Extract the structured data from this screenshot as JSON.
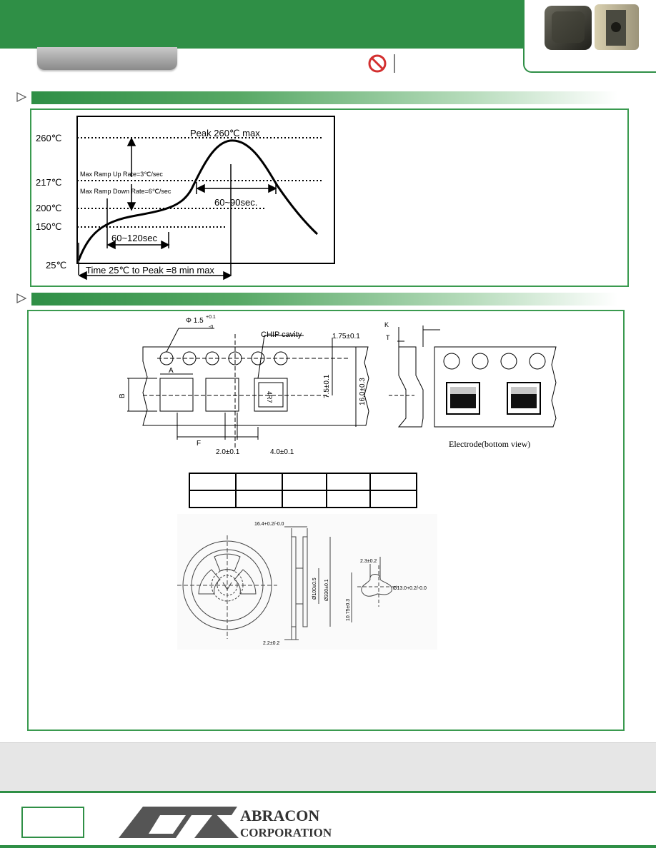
{
  "reflow_profile": {
    "temp_labels": [
      "260℃",
      "217℃",
      "200℃",
      "150℃",
      "25℃"
    ],
    "peak_label": "Peak 260℃ max",
    "ramp_up_label": "Max Ramp Up Rate=3℃/sec",
    "ramp_down_label": "Max Ramp Down Rate=6℃/sec",
    "above_liquidus_label": "60~90sec.",
    "preheat_label": "60~120sec",
    "time_label": "Time 25℃ to Peak =8 min max"
  },
  "tape": {
    "hole_diameter": "Φ 1.5",
    "hole_tol_plus": "+0.1",
    "hole_tol_minus": "-0",
    "chip_cavity": "CHIP cavity",
    "edge_to_hole": "1.75±0.1",
    "hole_to_cavity": "7.5±0.1",
    "tape_width": "16.0±0.3",
    "dim_a": "A",
    "dim_b": "B",
    "dim_f": "F",
    "pitch_2": "2.0±0.1",
    "pitch_4": "4.0±0.1",
    "marking": "4R7",
    "dim_k": "K",
    "dim_t": "T",
    "electrode_caption": "Electrode(bottom view)"
  },
  "reel": {
    "width_label": "16.4+0.2/-0.0",
    "hub_label": "Ø100±0.5",
    "outer_label": "Ø330±0.1",
    "flange_label": "2.2±0.2",
    "key_label": "2.3±0.2",
    "arbor_label": "Ø13.0+0.2/-0.0",
    "key_depth_label": "10.75±0.3"
  },
  "logo": {
    "line1": "ABRACON",
    "line2": "CORPORATION"
  },
  "colors": {
    "brand_green": "#2f8f46",
    "no_symbol_red": "#d32f2f"
  },
  "icons": [
    "no-symbol-icon",
    "section-arrow-icon"
  ]
}
